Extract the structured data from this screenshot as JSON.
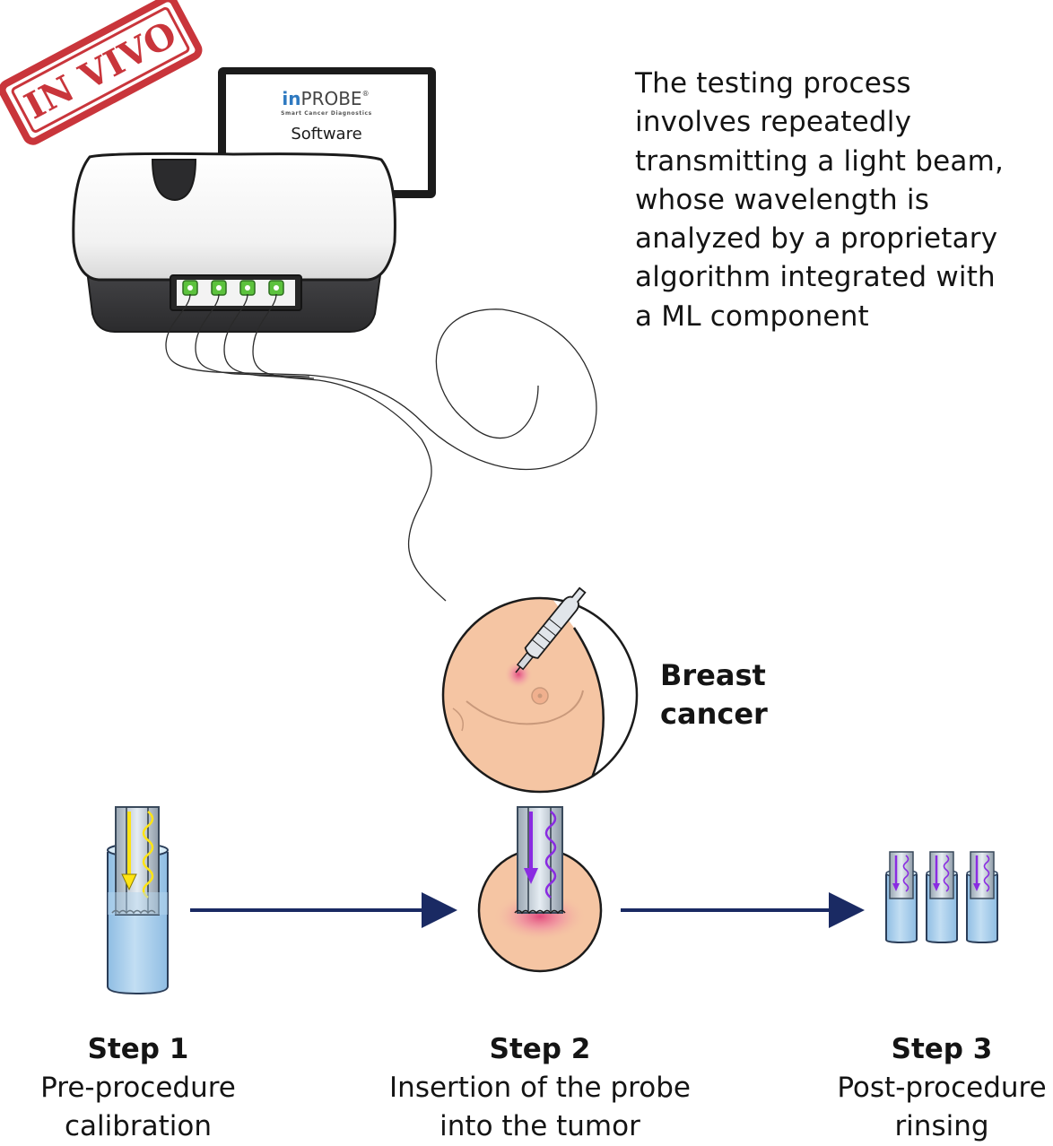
{
  "stamp": {
    "text": "IN VIVO",
    "color": "#c9353b"
  },
  "software": {
    "brand_prefix": "in",
    "brand_main": "PROBE",
    "brand_mark": "®",
    "tagline": "Smart Cancer Diagnostics",
    "label": "Software"
  },
  "description": {
    "lines": [
      "The testing process",
      "involves repeatedly",
      "transmitting a light beam,",
      "whose wavelength is",
      "analyzed by a proprietary",
      "algorithm integrated with",
      "a ML component"
    ]
  },
  "target": {
    "lines": [
      "Breast",
      "cancer"
    ]
  },
  "steps": [
    {
      "title": "Step 1",
      "lines": [
        "Pre-procedure",
        "calibration"
      ]
    },
    {
      "title": "Step 2",
      "lines": [
        "Insertion of the probe",
        "into the tumor"
      ]
    },
    {
      "title": "Step 3",
      "lines": [
        "Post-procedure",
        "rinsing"
      ]
    }
  ],
  "colors": {
    "arrow": "#1a2a63",
    "skin": "#f5c5a3",
    "skin_line": "#c9997b",
    "tumor": "#e0457a",
    "beam_yellow": "#ffe414",
    "beam_violet": "#8a2be2",
    "fluid": "#a9cdea",
    "connector_green": "#5cc23d",
    "device_dark": "#3a3a3c"
  }
}
